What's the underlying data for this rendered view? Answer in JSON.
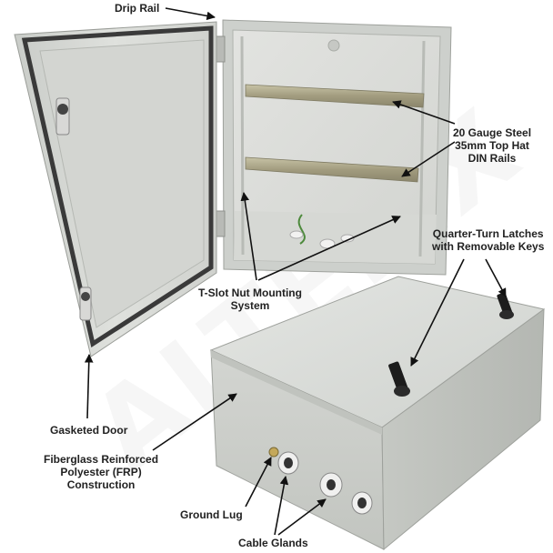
{
  "watermark": "ALTELIX",
  "callouts": {
    "drip_rail": "Drip Rail",
    "din_rails": [
      "20 Gauge Steel",
      "35mm Top Hat",
      "DIN Rails"
    ],
    "quarter_turn": [
      "Quarter-Turn Latches",
      "with Removable Keys"
    ],
    "tslot": [
      "T-Slot Nut Mounting",
      "System"
    ],
    "gasketed_door": "Gasketed Door",
    "frp": [
      "Fiberglass Reinforced",
      "Polyester (FRP)",
      "Construction"
    ],
    "ground_lug": "Ground Lug",
    "cable_glands": "Cable Glands"
  },
  "colors": {
    "enclosure": "#d9dbd8",
    "enclosure_dark": "#b9bcb8",
    "interior": "#e6e7e4",
    "gasket": "#3a3a3a",
    "din_rail": "#a9a48a",
    "latch": "#1c1c1c",
    "gland": "#f0f0ef"
  }
}
